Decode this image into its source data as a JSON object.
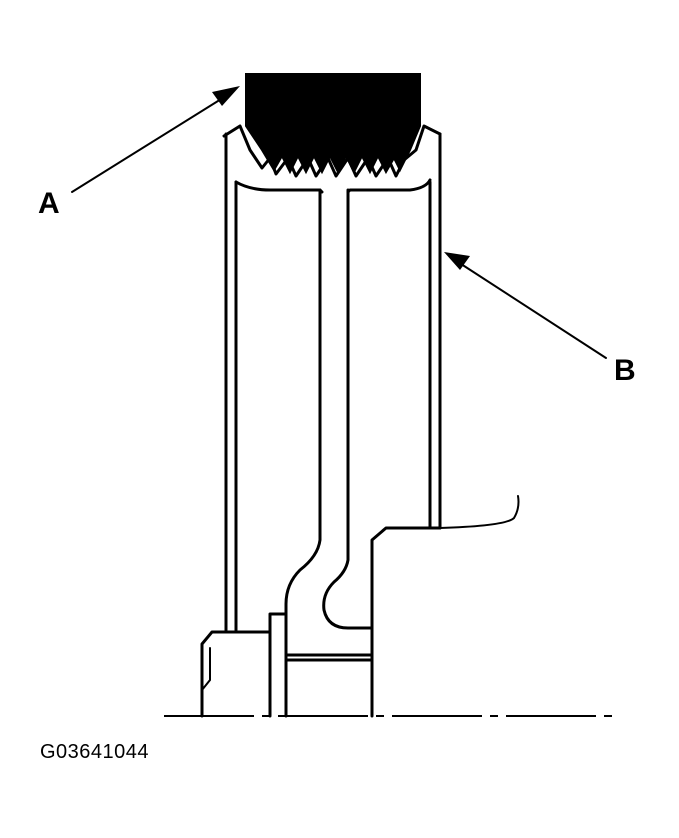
{
  "callouts": {
    "a": "A",
    "b": "B"
  },
  "figure_id": "G03641044",
  "colors": {
    "line": "#000000",
    "belt": "#000000",
    "background": "#ffffff"
  }
}
